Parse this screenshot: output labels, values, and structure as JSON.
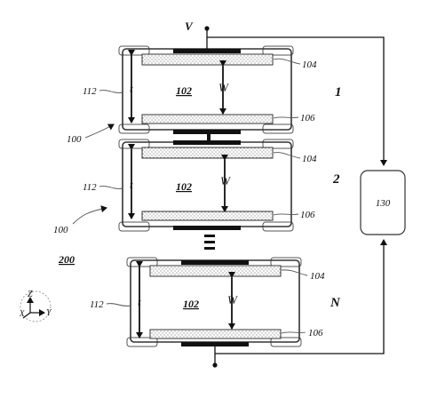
{
  "labels": {
    "voltage": "V",
    "ref_104": "104",
    "ref_106": "106",
    "ref_102": "102",
    "ref_112": "112",
    "ref_100": "100",
    "ref_130": "130",
    "ref_200": "200",
    "thickness": "t",
    "width": "W",
    "cell_1": "1",
    "cell_2": "2",
    "cell_n": "N"
  },
  "axes": {
    "z": "Z",
    "x": "X",
    "y": "Y"
  }
}
